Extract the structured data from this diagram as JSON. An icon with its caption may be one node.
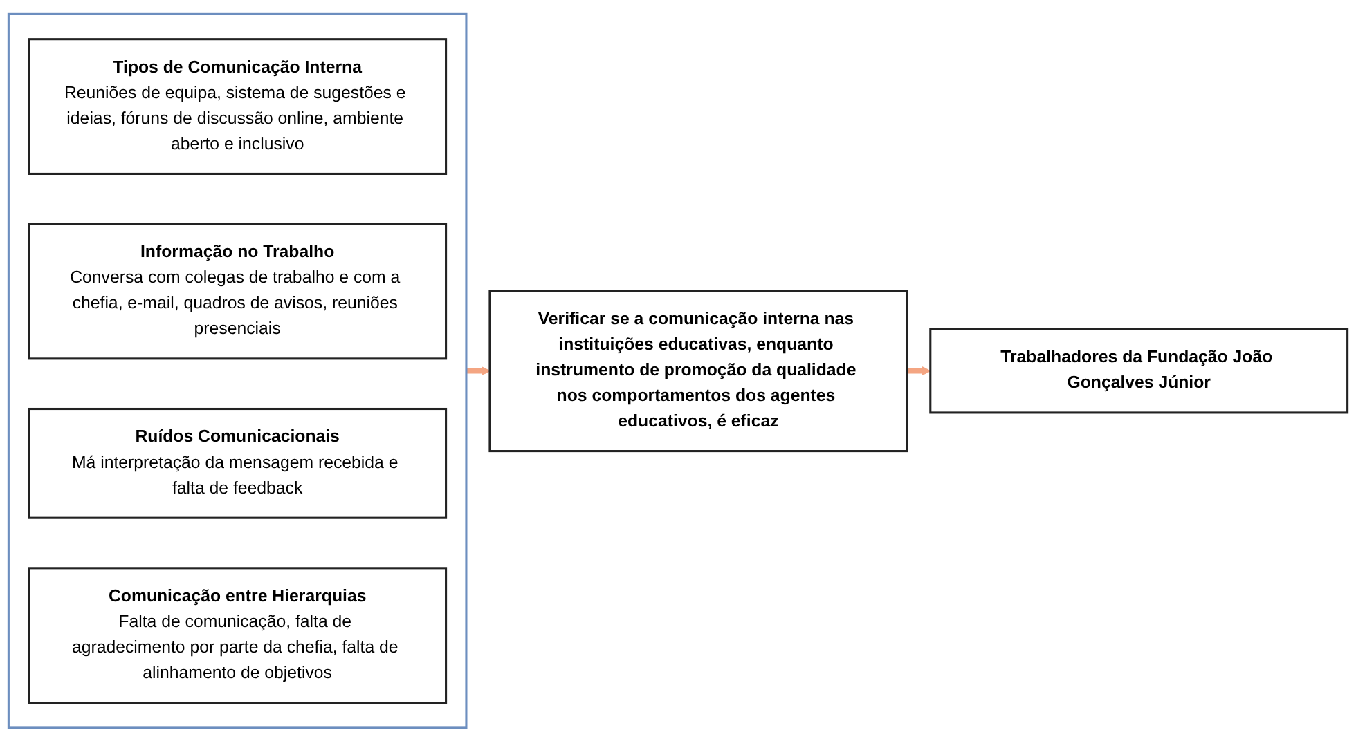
{
  "diagram": {
    "nodes": [
      {
        "text": [],
        "shape": "box"
      },
      {
        "text": [
          "Tipos de Comunicação Interna",
          "Reuniões de equipa, sistema de sugestões e ideias, fóruns de discussão online, ambiente aberto e inclusivo"
        ],
        "in": 0
      },
      {
        "text": [
          "Informação no Trabalho",
          "Conversa com colegas de trabalho e com a chefia, e-mail, quadros de avisos, reuniões presenciais"
        ],
        "in": 0
      },
      {
        "text": [
          "Ruídos Comunicacionais",
          "Má interpretação da mensagem recebida e falta de feedback"
        ],
        "in": 0
      },
      {
        "text": [
          "Comunicação entre Hierarquias",
          "Falta de comunicação, falta de agradecimento por parte da chefia, falta de alinhamento de objetivos"
        ],
        "in": 0
      },
      {
        "text": [
          "Verificar se a comunicação interna nas instituições educativas, enquanto instrumento de promoção da qualidade nos comportamentos dos agentes educativos, é eficaz"
        ]
      },
      {
        "text": [
          "Trabalhadores da Fundação João Gonçalves Júnior"
        ]
      }
    ],
    "edges": [
      {
        "from": 0,
        "to": 5,
        "arrow": "to"
      },
      {
        "from": 5,
        "to": 6,
        "arrow": "to"
      }
    ]
  }
}
